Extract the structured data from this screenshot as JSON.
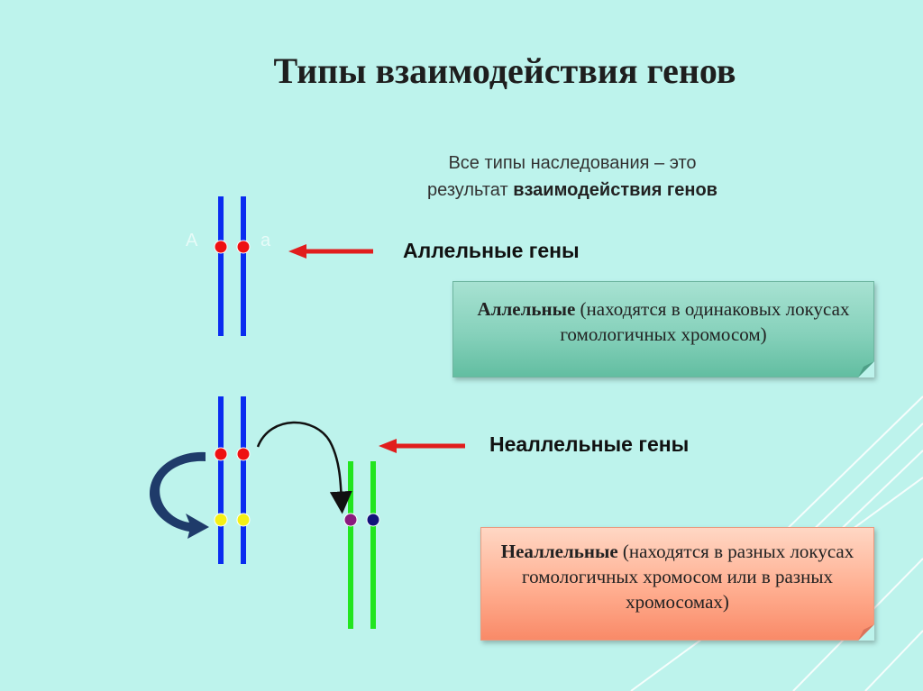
{
  "slide": {
    "title": "Типы взаимодействия генов",
    "subtitle_line1": "Все типы наследования – это",
    "subtitle_line2_prefix": "результат ",
    "subtitle_line2_bold": "взаимодействия генов",
    "allelic_heading": "Аллельные гены",
    "nonallelic_heading": "Неаллельные гены",
    "allele_dominant": "A",
    "allele_recessive": "a",
    "allelic_box": {
      "bold": "Аллельные",
      "text": " (находятся в одинаковых локусах гомологичных хромосом)"
    },
    "nonallelic_box": {
      "bold": "Неаллельные",
      "text": " (находятся в разных локусах гомологичных хромосом или в разных хромосомах)"
    }
  },
  "colors": {
    "background": "#bdf3ec",
    "chromosome_blue": "#0a2cf0",
    "chromosome_green": "#22e51f",
    "red_gene": "#ee1111",
    "yellow_gene": "#f5f016",
    "purple_gene": "#8b1a7f",
    "navy_gene": "#12127a",
    "arrow_red": "#e11d1d",
    "curved_arrow_navy": "#1f3b6a"
  }
}
